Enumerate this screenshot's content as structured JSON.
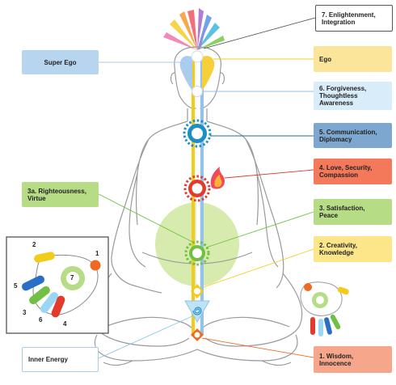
{
  "labels": {
    "super_ego": "Super Ego",
    "ego": "Ego",
    "c7": "7. Enlightenment,\nIntegration",
    "c6": "6. Forgiveness,\nThoughtless\nAwareness",
    "c5": "5. Communication,\nDiplomacy",
    "c4": "4. Love, Security,\nCompassion",
    "c3a": "3a. Righteousness,\nVirtue",
    "c3": "3. Satisfaction,\nPeace",
    "c2": "2. Creativity,\nKnowledge",
    "c1": "1. Wisdom,\nInnocence",
    "inner_energy": "Inner Energy"
  },
  "hand_numbers": [
    "1",
    "2",
    "3",
    "4",
    "5",
    "6",
    "7"
  ],
  "colors": {
    "super_ego_box": "#b7d5ee",
    "ego_box": "#fbe59a",
    "c7_box": "#ffffff",
    "c6_box": "#d9ecf9",
    "c5_box": "#7ea7cf",
    "c4_box": "#f4785a",
    "c3a_box": "#b6dc86",
    "c3_box": "#b6dc86",
    "c2_box": "#fde68a",
    "c1_box": "#f6a78b",
    "inner_energy_box": "#ffffff",
    "yellow_channel": "#f3cc1b",
    "blue_channel": "#93c2ea",
    "heart_red": "#e23a2c",
    "throat_blue": "#1c8fc7",
    "green": "#71c043",
    "orange": "#ee6a23",
    "body_outline": "#9a9a9a"
  },
  "icons": [
    "lotus-icon",
    "hand-chakra-icon",
    "spiral-icon"
  ]
}
